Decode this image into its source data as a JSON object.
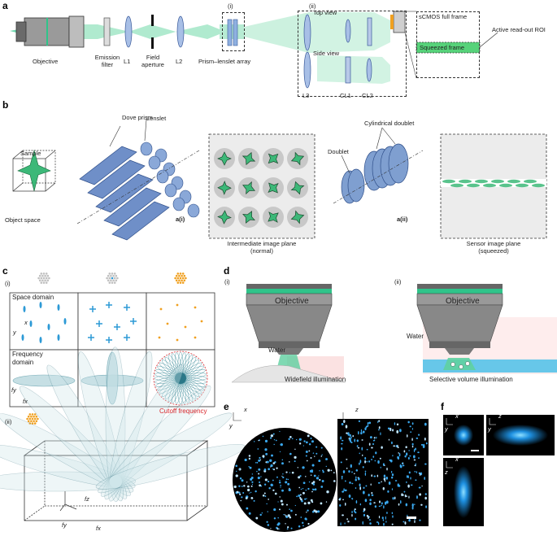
{
  "panel_a": {
    "letter": "a",
    "labels": [
      "Objective",
      "Emission filter",
      "L1",
      "Field aperture",
      "L2",
      "Prism–lenslet array",
      "L3",
      "CL1",
      "CL2"
    ],
    "sub_i": "(i)",
    "sub_ii": "(ii)",
    "top_view": "Top view",
    "side_view": "Side view",
    "sensor_full": "sCMOS full frame",
    "squeezed": "Squeezed frame",
    "roi": "Active read-out ROI"
  },
  "panel_b": {
    "letter": "b",
    "dove_prism": "Dove prism",
    "lenslet": "Lenslet",
    "sample": "Sample",
    "object_space": "Object space",
    "ref_ai": "a(i)",
    "intermediate": "Intermediate image plane",
    "intermediate_sub": "(normal)",
    "cyl_doublet": "Cylindrical doublet",
    "doublet": "Doublet",
    "ref_aii": "a(ii)",
    "sensor_plane": "Sensor image plane",
    "sensor_sub": "(squeezed)"
  },
  "panel_c": {
    "letter": "c",
    "sub_i": "(i)",
    "sub_ii": "(ii)",
    "space_domain": "Space domain",
    "frequency_domain_1": "Frequency",
    "frequency_domain_2": "domain",
    "cutoff": "Cutoff frequency",
    "ax_x": "x",
    "ax_y": "y",
    "ax_fx": "fx",
    "ax_fy": "fy",
    "ax_fz": "fz"
  },
  "panel_d": {
    "letter": "d",
    "sub_i": "(i)",
    "sub_ii": "(ii)",
    "objective": "Objective",
    "water": "Water",
    "widefield": "Widefield illumination",
    "selective": "Selective volume illumination"
  },
  "panel_e": {
    "letter": "e",
    "ax_x": "x",
    "ax_y": "y",
    "ax_z": "z"
  },
  "panel_f": {
    "letter": "f",
    "ax_x": "x",
    "ax_y": "y",
    "ax_z": "z"
  },
  "colors": {
    "beam_green": "#2fc48a",
    "lens_blue": "#7f9fd0",
    "prism_blue": "#5b7fbf",
    "cutoff_red": "#d8262b",
    "dot_orange": "#f0a020",
    "dot_blue": "#2d9ad6",
    "cell_green": "#3cb878"
  }
}
